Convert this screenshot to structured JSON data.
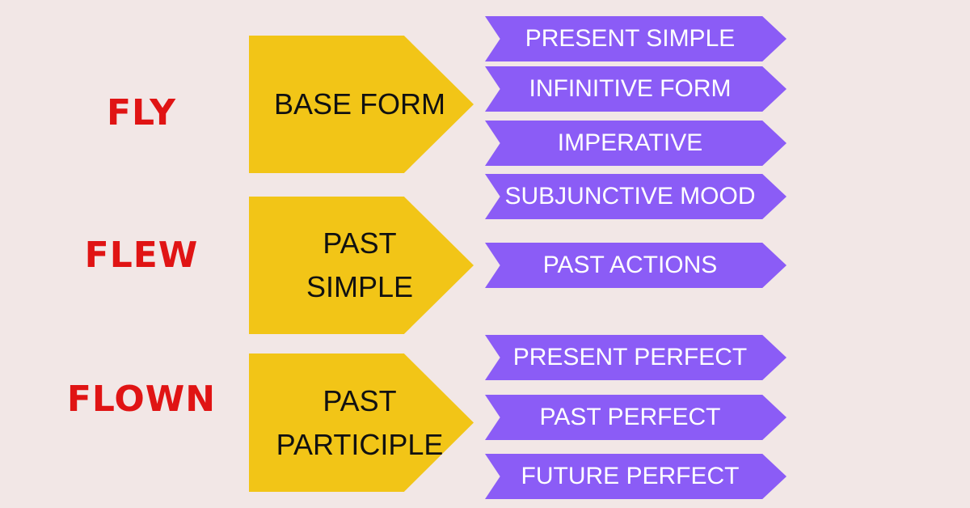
{
  "rows": [
    {
      "verb": "FLY",
      "form": "BASE FORM",
      "usages": [
        "PRESENT SIMPLE",
        "INFINITIVE FORM",
        "IMPERATIVE",
        "SUBJUNCTIVE MOOD"
      ]
    },
    {
      "verb": "FLEW",
      "form": "PAST\nSIMPLE",
      "usages": [
        "PAST ACTIONS"
      ]
    },
    {
      "verb": "FLOWN",
      "form": "PAST\nPARTICIPLE",
      "usages": [
        "PRESENT PERFECT",
        "PAST PERFECT",
        "FUTURE PERFECT"
      ]
    }
  ],
  "colors": {
    "background": "#f2e7e6",
    "verb_text": "#e01414",
    "form_box": "#f2c517",
    "usage_box": "#8b5cf6",
    "usage_text": "#ffffff"
  }
}
